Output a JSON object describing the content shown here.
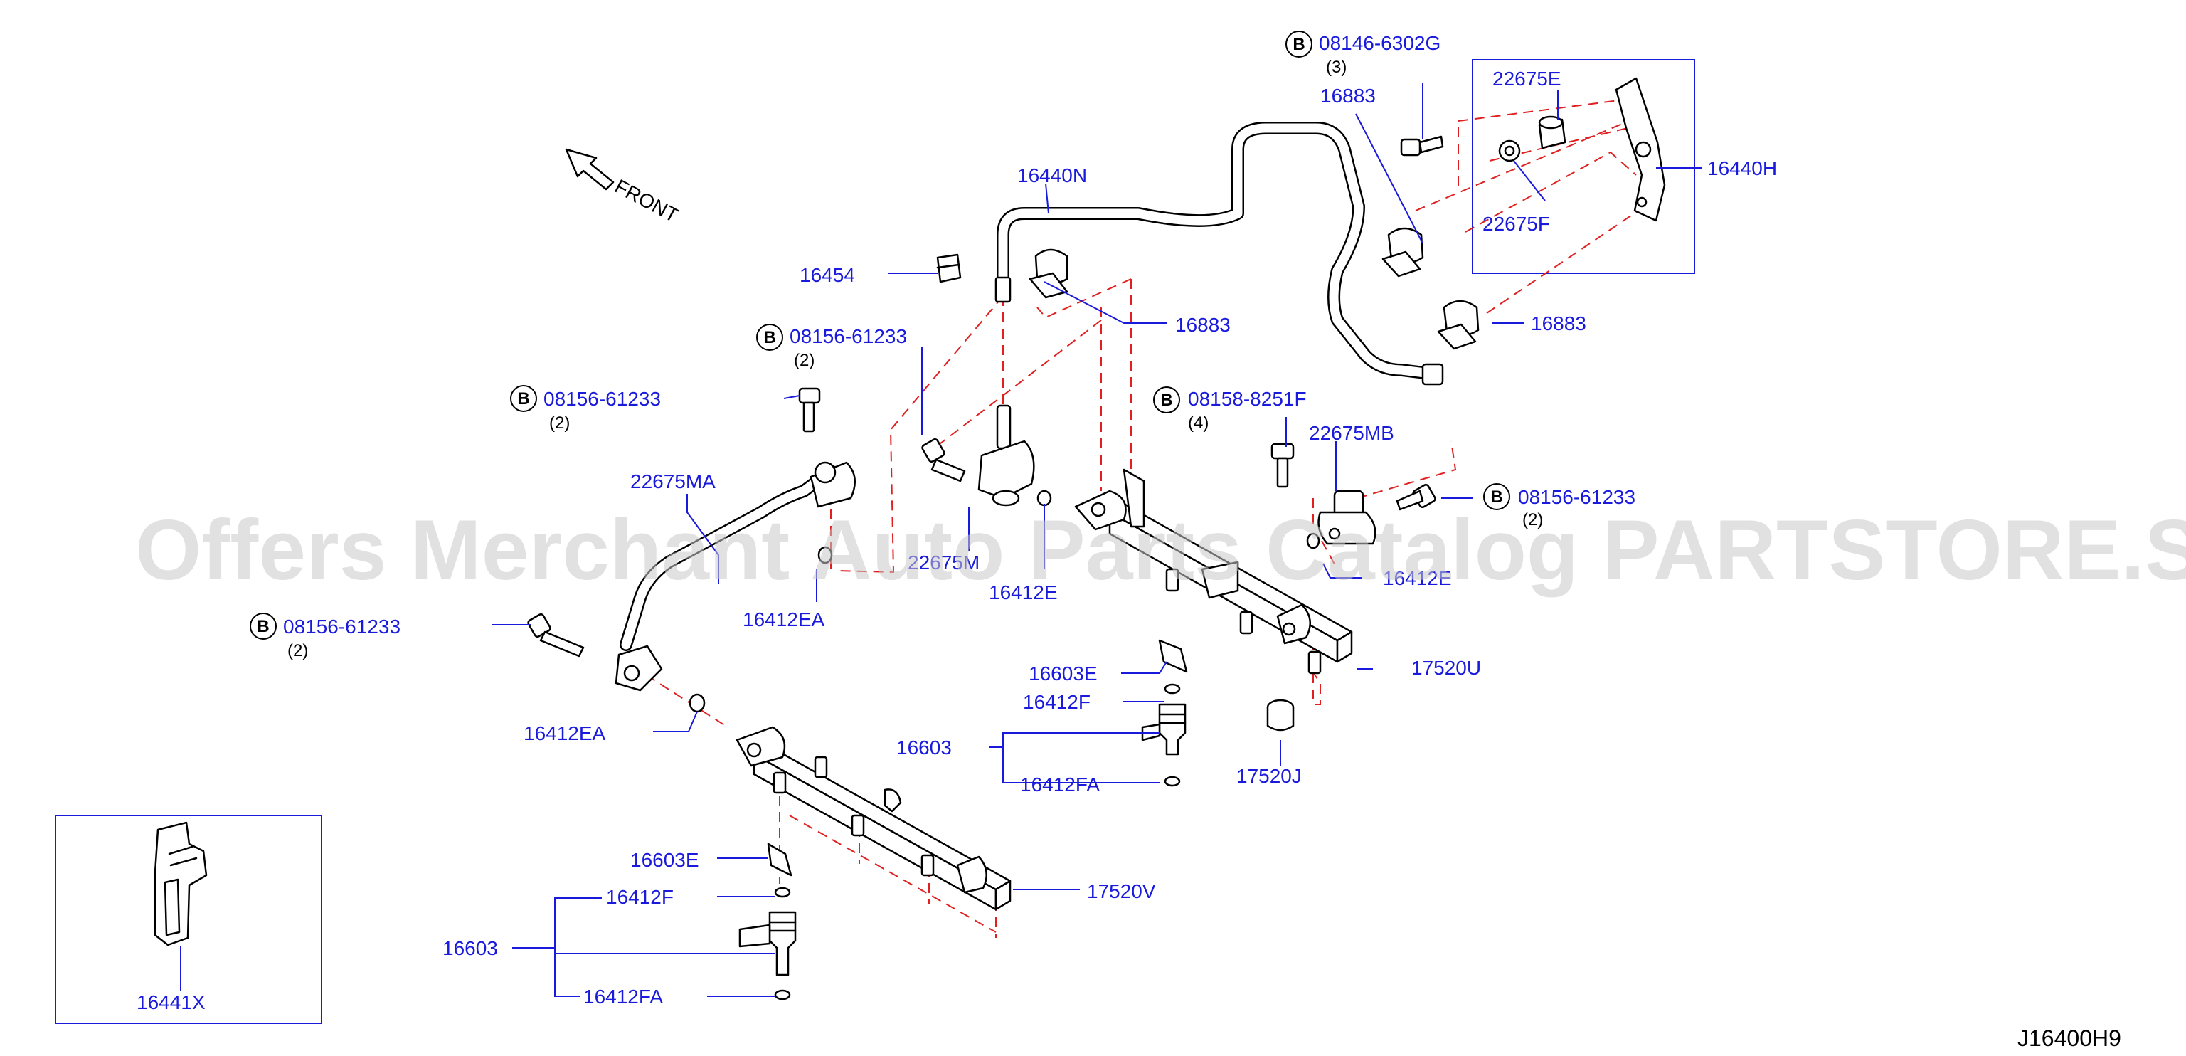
{
  "diagram_code": "J16400H9",
  "watermark": "Offers Merchant Auto Parts Catalog PARTSTORE.SA",
  "front_label": "FRONT",
  "bolt_marker": "B",
  "labels": {
    "p16440N": "16440N",
    "p16454": "16454",
    "p16883_a": "16883",
    "p16883_b": "16883",
    "p16883_c": "16883",
    "p16440H": "16440H",
    "p22675E": "22675E",
    "p22675F": "22675F",
    "b08146": "08146-6302G",
    "b08146_qty": "(3)",
    "b08156_a": "08156-61233",
    "b08156_a_qty": "(2)",
    "b08156_b": "08156-61233",
    "b08156_b_qty": "(2)",
    "b08156_c": "08156-61233",
    "b08156_c_qty": "(2)",
    "b08156_d": "08156-61233",
    "b08156_d_qty": "(2)",
    "b08158": "08158-8251F",
    "b08158_qty": "(4)",
    "p22675MA": "22675MA",
    "p22675MB": "22675MB",
    "p22675": "22675M",
    "p16412EA_a": "16412EA",
    "p16412EA_b": "16412EA",
    "p16412E_a": "16412E",
    "p16412E_b": "16412E",
    "p16603E_a": "16603E",
    "p16603E_b": "16603E",
    "p16412F_a": "16412F",
    "p16412F_b": "16412F",
    "p16412FA_a": "16412FA",
    "p16412FA_b": "16412FA",
    "p16603_a": "16603",
    "p16603_b": "16603",
    "p17520U": "17520U",
    "p17520V": "17520V",
    "p17520J": "17520J",
    "p16441X": "16441X"
  }
}
